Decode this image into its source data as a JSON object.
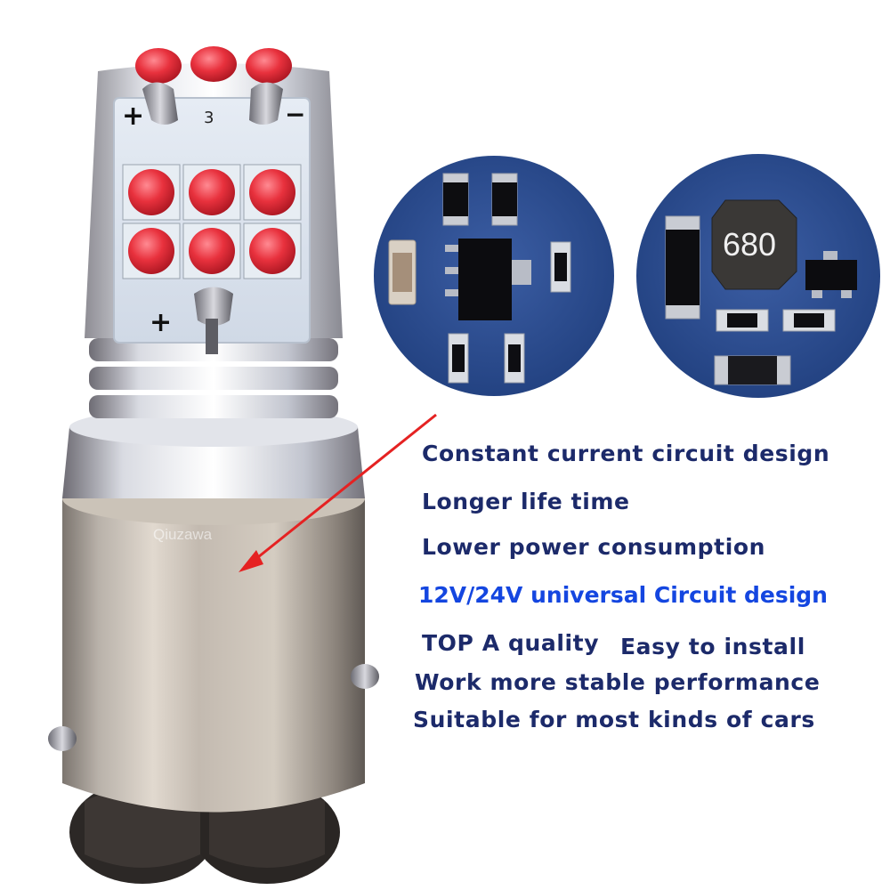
{
  "colors": {
    "navy_text": "#1c2a6a",
    "blue_text": "#1446e0",
    "circle_bg": "#2a4a8e",
    "led_red": "#e8313d",
    "arrow_red": "#e52222"
  },
  "bulb": {
    "watermark": "Qiuzawa",
    "label_number": "3",
    "plus_sign_left": "+",
    "minus_sign": "−",
    "plus_sign_bottom": "+"
  },
  "chip_left": {
    "description": "circuit-components-left"
  },
  "chip_right": {
    "inductor_label": "680"
  },
  "features": [
    {
      "text": "Constant current circuit design"
    },
    {
      "text": "Longer life time"
    },
    {
      "text": "Lower power consumption"
    },
    {
      "text": "12V/24V universal Circuit design"
    },
    {
      "text": "TOP A quality"
    },
    {
      "text": "Easy to install"
    },
    {
      "text": "Work more stable performance"
    },
    {
      "text": "Suitable for most kinds of cars"
    }
  ]
}
